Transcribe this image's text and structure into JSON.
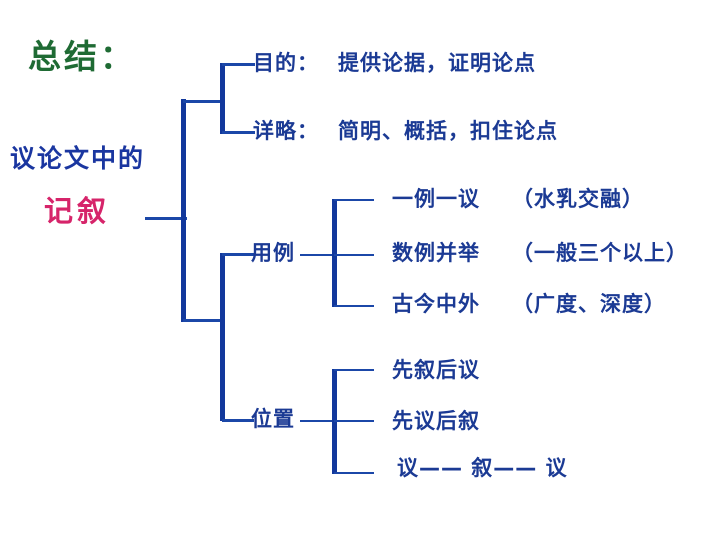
{
  "slide": {
    "title": "总结：",
    "root": {
      "line1": "议论文中的",
      "line2": "记叙"
    },
    "branches": [
      {
        "label": "目的：",
        "detail": "提供论据，证明论点"
      },
      {
        "label": "详略：",
        "detail": "简明、概括，扣住论点"
      },
      {
        "label": "用例",
        "children": [
          {
            "text": "一例一议",
            "note": "（水乳交融）"
          },
          {
            "text": "数例并举",
            "note": "（一般三个以上）"
          },
          {
            "text": "古今中外",
            "note": "（广度、深度）"
          }
        ]
      },
      {
        "label": "位置",
        "children": [
          {
            "text": "先叙后议",
            "note": ""
          },
          {
            "text": "先议后叙",
            "note": ""
          },
          {
            "text": "议—— 叙—— 议",
            "note": ""
          }
        ]
      }
    ]
  },
  "colors": {
    "title_green": "#1f6b34",
    "subject_blue": "#1a36a0",
    "accent_pink": "#d6246a",
    "line_blue": "#12389c",
    "text_blue": "#1b3a94",
    "background": "#ffffff"
  }
}
